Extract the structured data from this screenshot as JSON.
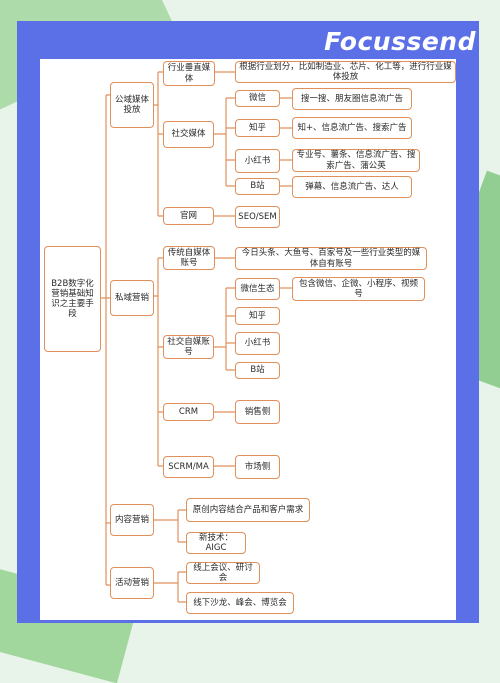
{
  "brand": "Focussend",
  "root": "B2B数字化营销基础知识之主要手段",
  "l1": {
    "public": "公域媒体投放",
    "private": "私域营销",
    "content": "内容营销",
    "event": "活动营销"
  },
  "l2": {
    "vertical": "行业垂直媒体",
    "social_media": "社交媒体",
    "website": "官网",
    "traditional": "传统自媒体账号",
    "social_own": "社交自媒账号",
    "crm": "CRM",
    "scrm": "SCRM/MA",
    "content_orig": "原创内容结合产品和客户需求",
    "content_tech": "新技术：AIGC",
    "event_online": "线上会议、研讨会",
    "event_offline": "线下沙龙、峰会、博览会"
  },
  "l3": {
    "wechat": "微信",
    "zhihu": "知乎",
    "xhs": "小红书",
    "bili": "B站",
    "seo": "SEO/SEM",
    "wechat_eco": "微信生态",
    "zhihu2": "知乎",
    "xhs2": "小红书",
    "bili2": "B站",
    "sales": "销售侧",
    "market": "市场侧"
  },
  "l4": {
    "vertical_desc": "根据行业划分，比如制造业、芯片、化工等，进行行业媒体投放",
    "wechat_desc": "搜一搜、朋友圈信息流广告",
    "zhihu_desc": "知+、信息流广告、搜索广告",
    "xhs_desc": "专业号、薯条、信息流广告、搜索广告、蒲公英",
    "bili_desc": "弹幕、信息流广告、达人",
    "traditional_desc": "今日头条、大鱼号、百家号及一些行业类型的媒体自有账号",
    "wechat_eco_desc": "包含微信、企微、小程序、视频号"
  }
}
